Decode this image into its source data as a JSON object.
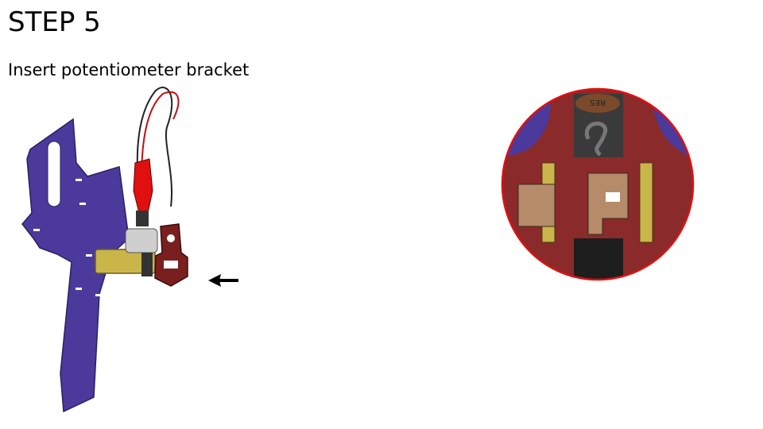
{
  "slide": {
    "step_title": "STEP 5",
    "instruction": "Insert potentiometer bracket"
  },
  "figure": {
    "panel_color": "#4b3a9c",
    "bracket_color": "#7a1f1f",
    "servo_color": "#c9b54a",
    "clip_color": "#e01010",
    "detail_ring_color": "#e01010",
    "detail_bg_color": "#8a2a2a",
    "pot_label": "RES"
  },
  "icons": [
    "arrow-left-icon"
  ]
}
